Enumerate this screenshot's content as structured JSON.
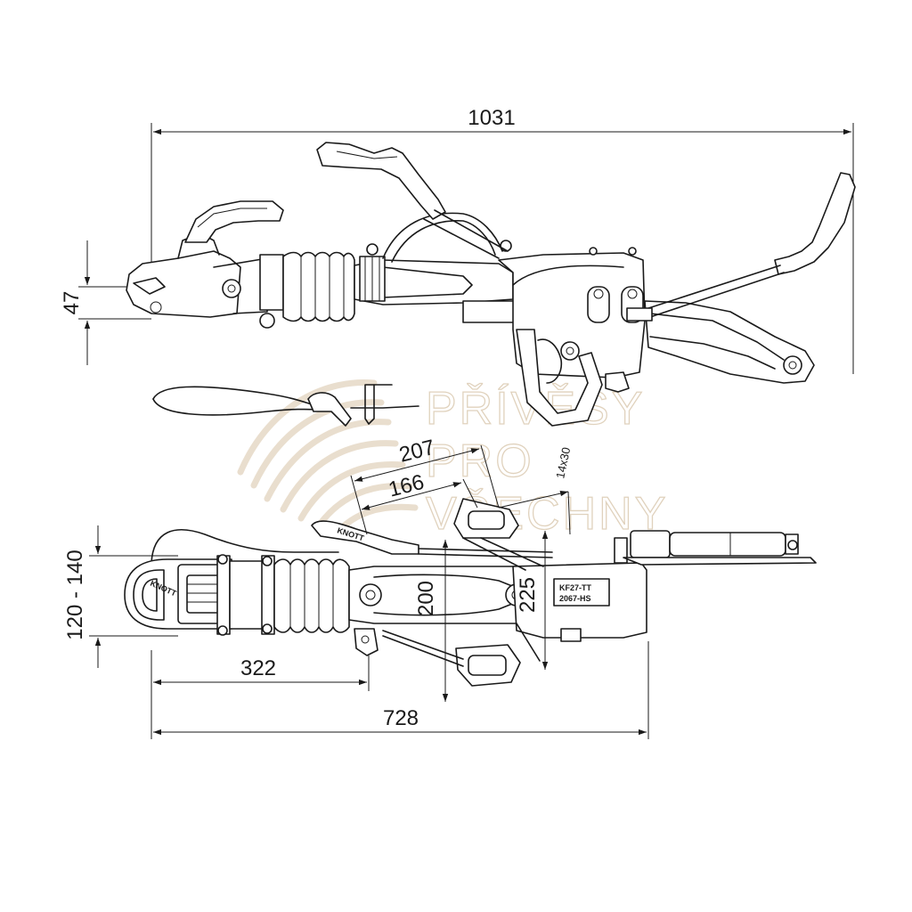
{
  "dimensions": {
    "overall_length_top": "1031",
    "ball_height": "47",
    "dim_207": "207",
    "dim_166": "166",
    "dim_14x30": "14x30",
    "dim_120_140": "120 - 140",
    "dim_200": "200",
    "dim_225": "225",
    "dim_322": "322",
    "overall_length_bottom": "728"
  },
  "watermark": {
    "line1": "PŘÍVĚSY",
    "line2": "PRO",
    "line3": "VŠECHNY"
  },
  "markings": {
    "brand_coupling": "KNOTT",
    "brand_lever": "KNOTT",
    "plate_line1": "KF27-TT",
    "plate_line2": "2067-HS"
  },
  "colors": {
    "line": "#1a1a1a",
    "watermark": "#d9c7ad"
  }
}
